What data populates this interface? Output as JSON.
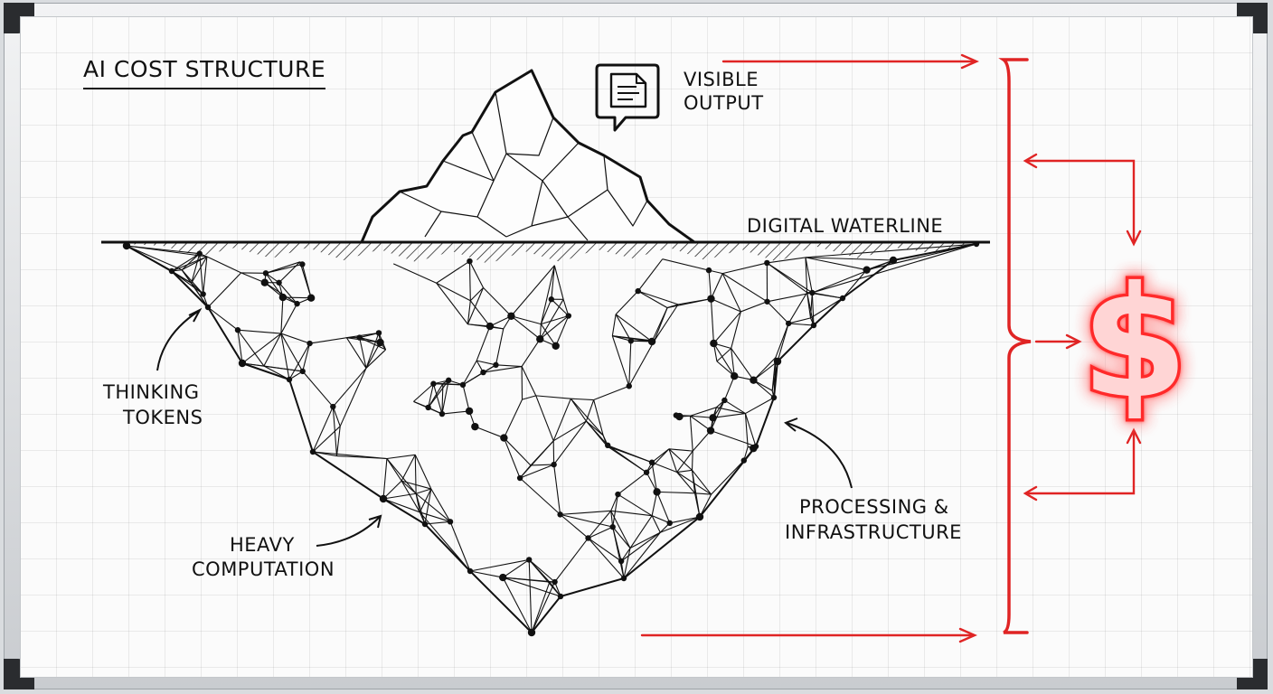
{
  "title": "AI COST STRUCTURE",
  "labels": {
    "visible_output_1": "VISIBLE",
    "visible_output_2": "OUTPUT",
    "waterline": "DIGITAL WATERLINE",
    "thinking_1": "THINKING",
    "thinking_2": "TOKENS",
    "heavy_1": "HEAVY",
    "heavy_2": "COMPUTATION",
    "processing_1": "PROCESSING &",
    "processing_2": "INFRASTRUCTURE",
    "dollar": "$"
  },
  "icons": {
    "document": "document-chat-icon",
    "dollar": "dollar-neon-icon"
  },
  "colors": {
    "ink": "#111111",
    "accent_red": "#e02424",
    "neon_red": "#ff2a2a"
  }
}
